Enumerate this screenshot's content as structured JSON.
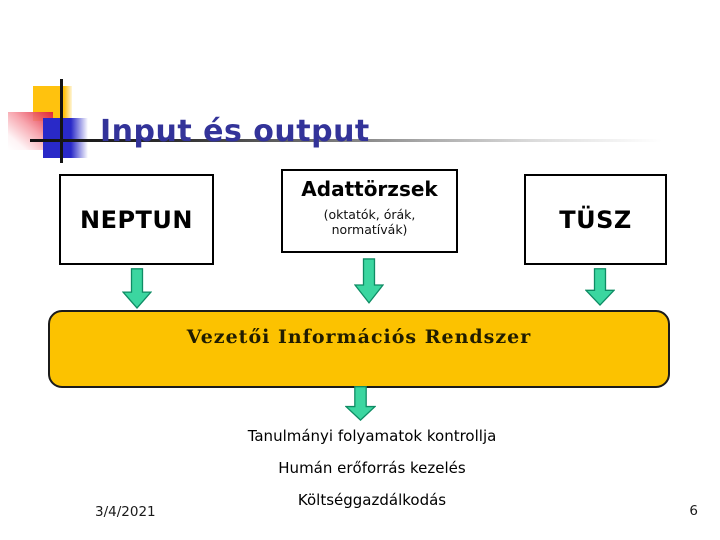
{
  "slide": {
    "title": "Input és output",
    "footer_date": "3/4/2021",
    "page_number": "6"
  },
  "input_boxes": {
    "neptun": {
      "label": "NEPTUN"
    },
    "adattorzsek": {
      "title": "Adattörzsek",
      "subtitle_line1": "(oktatók, órák,",
      "subtitle_line2": "normatívák)"
    },
    "tusz": {
      "label": "TÜSZ"
    }
  },
  "banner": {
    "label": "Vezetői Információs Rendszer"
  },
  "outputs": [
    "Tanulmányi folyamatok kontrollja",
    "Humán erőforrás kezelés",
    "Költséggazdálkodás"
  ],
  "icons": {
    "down_arrow": "▼"
  },
  "colors": {
    "title_blue": "#333399",
    "banner_gold": "#FCC200",
    "banner_text": "#201C00",
    "arrow_green": "#3BD6A0",
    "arrow_green_dark": "#0E8C64",
    "deco_yellow": "#FFC20E",
    "deco_blue": "#2929C8",
    "deco_red": "#E0263A",
    "box_border": "#000000",
    "footer_text": "#1A1A1A"
  }
}
